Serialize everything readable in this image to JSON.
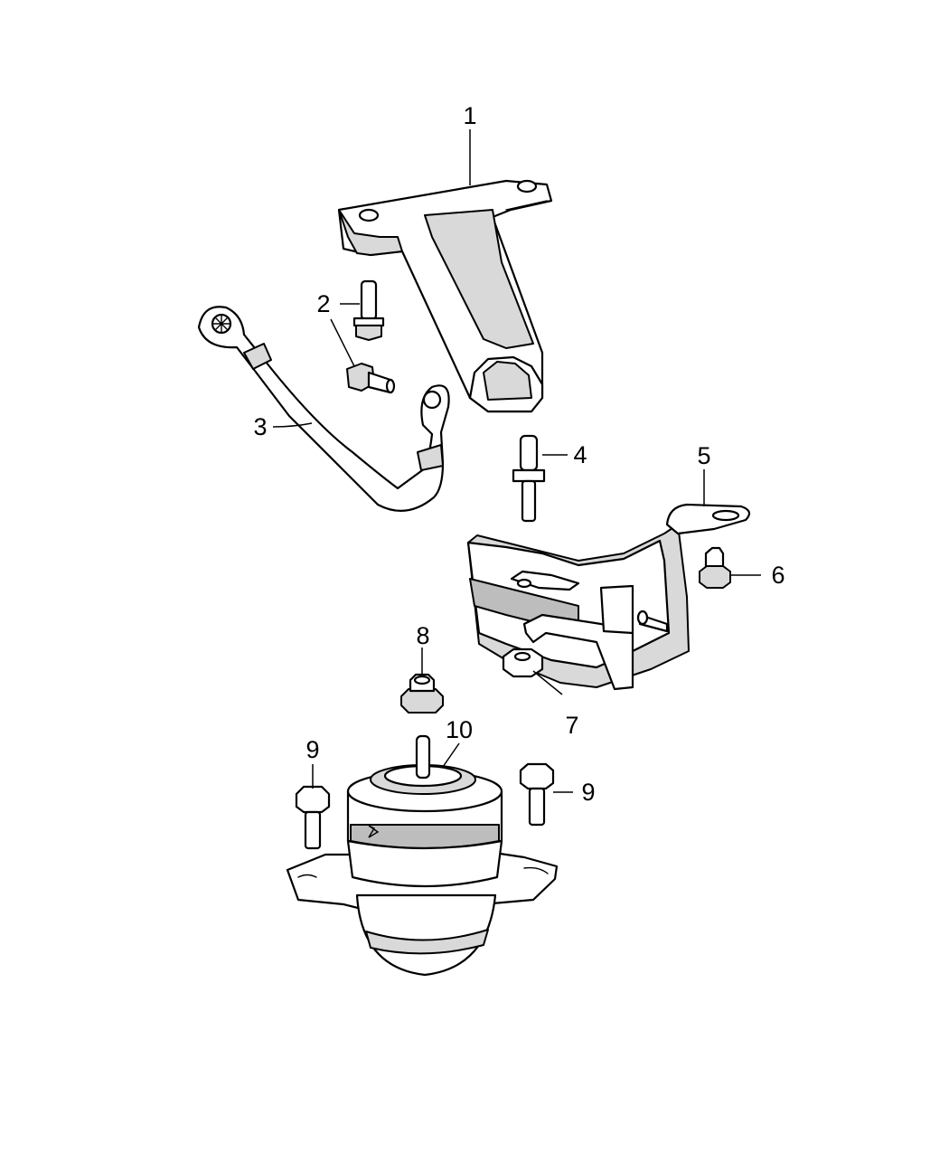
{
  "callouts": [
    {
      "id": "c1",
      "label": "1"
    },
    {
      "id": "c2",
      "label": "2"
    },
    {
      "id": "c3",
      "label": "3"
    },
    {
      "id": "c4",
      "label": "4"
    },
    {
      "id": "c5",
      "label": "5"
    },
    {
      "id": "c6",
      "label": "6"
    },
    {
      "id": "c7",
      "label": "7"
    },
    {
      "id": "c8",
      "label": "8"
    },
    {
      "id": "c9a",
      "label": "9"
    },
    {
      "id": "c9b",
      "label": "9"
    },
    {
      "id": "c10",
      "label": "10"
    }
  ]
}
